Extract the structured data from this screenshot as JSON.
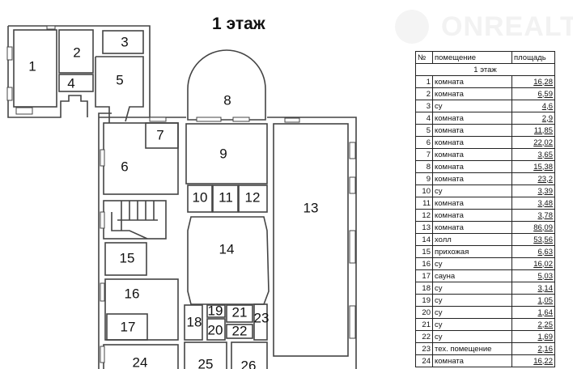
{
  "title": "1 этаж",
  "watermark": "ONREALT",
  "plan_labels": [
    "1",
    "2",
    "3",
    "4",
    "5",
    "6",
    "7",
    "8",
    "9",
    "10",
    "11",
    "12",
    "13",
    "14",
    "15",
    "16",
    "17",
    "18",
    "19",
    "20",
    "21",
    "22",
    "23",
    "24",
    "25",
    "26"
  ],
  "table": {
    "headers": [
      "№",
      "помещение",
      "площадь"
    ],
    "floor": "1 этаж",
    "rows": [
      {
        "n": "1",
        "name": "комната",
        "area": "16,28"
      },
      {
        "n": "2",
        "name": "комната",
        "area": "6,59"
      },
      {
        "n": "3",
        "name": "су",
        "area": "4,6"
      },
      {
        "n": "4",
        "name": "комната",
        "area": "2,9"
      },
      {
        "n": "5",
        "name": "комната",
        "area": "11,85"
      },
      {
        "n": "6",
        "name": "комната",
        "area": "22,02"
      },
      {
        "n": "7",
        "name": "комната",
        "area": "3,65"
      },
      {
        "n": "8",
        "name": "комната",
        "area": "15,38"
      },
      {
        "n": "9",
        "name": "комната",
        "area": "23,2"
      },
      {
        "n": "10",
        "name": "су",
        "area": "3,39"
      },
      {
        "n": "11",
        "name": "комната",
        "area": "3,48"
      },
      {
        "n": "12",
        "name": "комната",
        "area": "3,78"
      },
      {
        "n": "13",
        "name": "комната",
        "area": "86,09"
      },
      {
        "n": "14",
        "name": "холл",
        "area": "53,56"
      },
      {
        "n": "15",
        "name": "прихожая",
        "area": "6,63"
      },
      {
        "n": "16",
        "name": "су",
        "area": "16,02"
      },
      {
        "n": "17",
        "name": "сауна",
        "area": "5,03"
      },
      {
        "n": "18",
        "name": "су",
        "area": "3,14"
      },
      {
        "n": "19",
        "name": "су",
        "area": "1,05"
      },
      {
        "n": "20",
        "name": "су",
        "area": "1,64"
      },
      {
        "n": "21",
        "name": "су",
        "area": "2,25"
      },
      {
        "n": "22",
        "name": "су",
        "area": "1,69"
      },
      {
        "n": "23",
        "name": "тех. помещение",
        "area": "2,16"
      },
      {
        "n": "24",
        "name": "комната",
        "area": "16,22"
      }
    ]
  }
}
